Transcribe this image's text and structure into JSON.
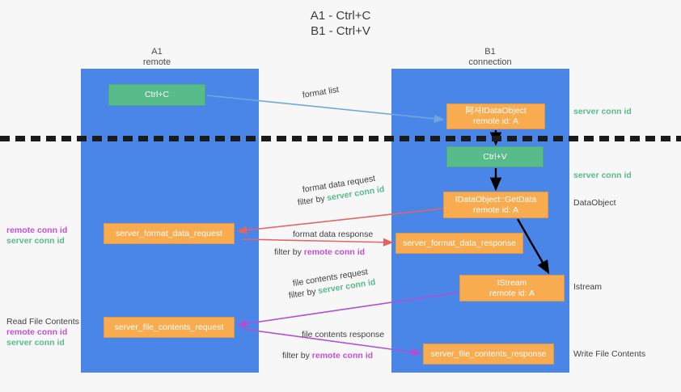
{
  "title": {
    "line1": "A1 - Ctrl+C",
    "line2": "B1 - Ctrl+V"
  },
  "lanes": [
    {
      "name": "A1",
      "role": "remote"
    },
    {
      "name": "B1",
      "role": "connection"
    }
  ],
  "colors": {
    "lane": "#4a86e8",
    "green_box": "#57bb8a",
    "orange_box": "#f9ab4f",
    "server_conn_id": "#57bb8a",
    "remote_conn_id": "#c24fd4",
    "arrow_format_list": "#6fa8dc",
    "arrow_format_data": "#e06666",
    "arrow_file_contents": "#b14fd4",
    "arrow_internal": "#000000",
    "divider": "#1b1b1b"
  },
  "boxes": {
    "ctrl_c": {
      "line1": "Ctrl+C",
      "line2": ""
    },
    "data_object": {
      "line1": "阿셔IDataObject",
      "line2": "remote id: A"
    },
    "ctrl_v": {
      "line1": "Ctrl+V",
      "line2": ""
    },
    "get_data": {
      "line1": "IDataObject::GetData",
      "line2": "remote id: A"
    },
    "istream": {
      "line1": "IStream",
      "line2": "remote id: A"
    },
    "server_format_data_request": {
      "line1": "server_format_data_request",
      "line2": ""
    },
    "server_format_data_response": {
      "line1": "server_format_data_response",
      "line2": ""
    },
    "server_file_contents_request": {
      "line1": "server_file_contents_request",
      "line2": ""
    },
    "server_file_contents_response": {
      "line1": "server_file_contents_response",
      "line2": ""
    }
  },
  "arrow_labels": {
    "format_list": "format list",
    "format_data_request": "format data request",
    "format_data_request_filter_prefix": "filter by ",
    "format_data_request_filter_value": "server conn id",
    "format_data_response": "format data response",
    "format_data_response_filter_prefix": "filter by ",
    "format_data_response_filter_value": "remote conn id",
    "file_contents_request": "file contents request",
    "file_contents_request_filter_prefix": "filter by ",
    "file_contents_request_filter_value": "server conn id",
    "file_contents_response": "file contents response",
    "file_contents_response_filter_prefix": "filter by ",
    "file_contents_response_filter_value": "remote conn id"
  },
  "margin_labels": {
    "left_format": {
      "remote": "remote conn id",
      "server": "server conn id"
    },
    "left_file": {
      "header": "Read File Contents",
      "remote": "remote conn id",
      "server": "server conn id"
    },
    "right_top_server": "server conn id",
    "right_ctrlv_server": "server conn id",
    "right_dataobject": "DataObject",
    "right_istream": "Istream",
    "right_write_file": "Write File Contents"
  }
}
